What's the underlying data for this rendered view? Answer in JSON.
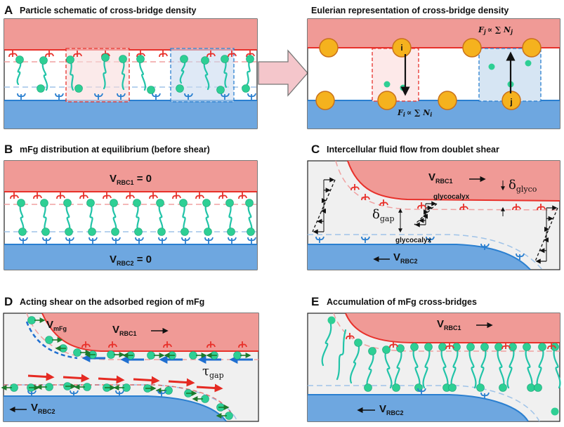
{
  "panels": {
    "A": {
      "letter": "A",
      "title": "Particle schematic of cross-bridge density"
    },
    "A2": {
      "title": "Eulerian representation of cross-bridge density",
      "node_i": "i",
      "node_j": "j",
      "force_j": "F",
      "force_j_sub": "j",
      "force_j_rhs": "∝ ∑ N",
      "force_i": "F",
      "force_i_sub": "i",
      "force_i_rhs": "∝ ∑ N"
    },
    "B": {
      "letter": "B",
      "title": "mFg distribution at equilibrium (before shear)",
      "v1": "V",
      "v1_sub": "RBC1",
      "v1_tail": " = 0",
      "v2": "V",
      "v2_sub": "RBC2",
      "v2_tail": " = 0"
    },
    "C": {
      "letter": "C",
      "title": "Intercellular fluid flow from doublet shear",
      "v1": "V",
      "v1_sub": "RBC1",
      "v2": "V",
      "v2_sub": "RBC2",
      "glyco_top": "glycocalyx",
      "glyco_bot": "glycocalyx",
      "delta_glyco": "δ",
      "delta_glyco_sub": "glyco",
      "delta_gap": "δ",
      "delta_gap_sub": "gap"
    },
    "D": {
      "letter": "D",
      "title": "Acting shear on the adsorbed region of mFg",
      "vmfg": "V",
      "vmfg_sub": "mFg",
      "v1": "V",
      "v1_sub": "RBC1",
      "v2": "V",
      "v2_sub": "RBC2",
      "tau": "τ",
      "tau_sub": "gap"
    },
    "E": {
      "letter": "E",
      "title": "Accumulation of mFg cross-bridges",
      "v1": "V",
      "v1_sub": "RBC1",
      "v2": "V",
      "v2_sub": "RBC2"
    }
  },
  "colors": {
    "rbc_top": "#f09a96",
    "rbc_bottom": "#6ea7e0",
    "membrane_top": "#e8312b",
    "membrane_bottom": "#2a7fd0",
    "fibrinogen_fill": "#2ecf94",
    "fibrinogen_line": "#22c4a8",
    "node_fill": "#f5b21e",
    "node_stroke": "#c9711a",
    "gap_bg": "#f0f0f0",
    "arrow_panel": "#f4c6cb",
    "shear_red": "#e52a22",
    "shear_blue": "#1f6fd0"
  },
  "icons": [
    "block-arrow-icon",
    "glycocalyx-receptor-icon",
    "fibrinogen-molecule-icon",
    "velocity-arrow-icon"
  ]
}
